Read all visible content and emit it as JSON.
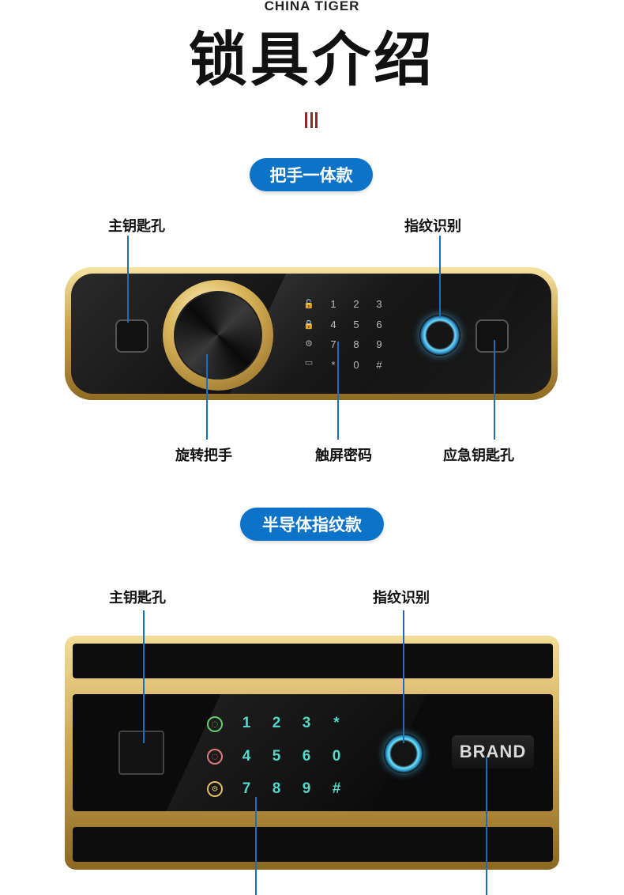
{
  "header": {
    "brand": "CHINA TIGER",
    "title": "锁具介绍"
  },
  "section1": {
    "pill": "把手一体款",
    "labels": {
      "main_keyhole": "主钥匙孔",
      "fingerprint": "指纹识别",
      "rotary_handle": "旋转把手",
      "touch_password": "触屏密码",
      "emergency_keyhole": "应急钥匙孔"
    },
    "keypad": [
      "1",
      "2",
      "3",
      "4",
      "5",
      "6",
      "7",
      "8",
      "9",
      "*",
      "0",
      "#"
    ]
  },
  "section2": {
    "pill": "半导体指纹款",
    "labels": {
      "main_keyhole": "主钥匙孔",
      "fingerprint": "指纹识别"
    },
    "keypad": [
      "1",
      "2",
      "3",
      "*",
      "4",
      "5",
      "6",
      "0",
      "7",
      "8",
      "9",
      "#"
    ],
    "badge": "BRAND"
  },
  "colors": {
    "accent_blue": "#0d73c9",
    "gold": "#caa24e",
    "teal_key": "#53d8c9"
  }
}
